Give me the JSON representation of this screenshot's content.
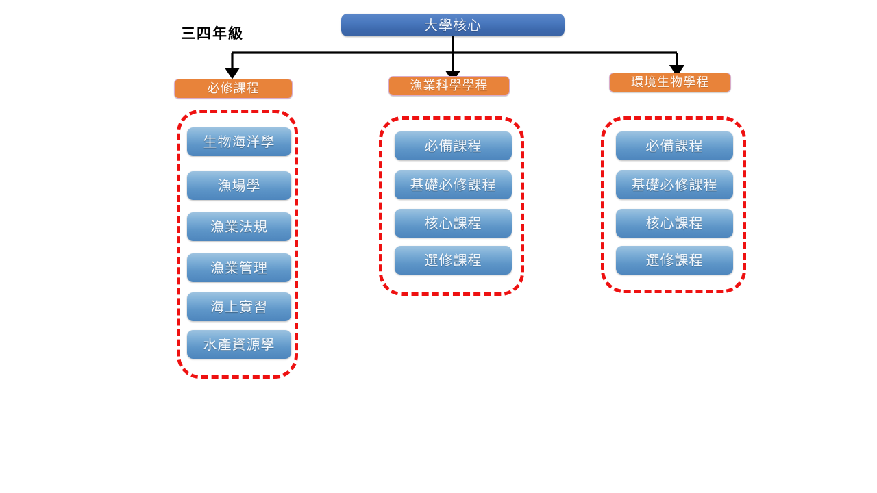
{
  "diagram": {
    "root": {
      "label": "大學核心",
      "color": "#4a79bf"
    },
    "stage_caption": "三四年級",
    "accent_colors": {
      "root_blue": "#4a79bf",
      "category_orange": "#E8833A",
      "group_dashed_red": "#ee1111",
      "course_blue": "#6b9fd0",
      "connector_black": "#000000"
    },
    "branches": [
      {
        "header": "必修課程",
        "courses": [
          "生物海洋學",
          "漁場學",
          "漁業法規",
          "漁業管理",
          "海上實習",
          "水產資源學"
        ]
      },
      {
        "header": "漁業科學學程",
        "courses": [
          "必備課程",
          "基礎必修課程",
          "核心課程",
          "選修課程"
        ]
      },
      {
        "header": "環境生物學程",
        "courses": [
          "必備課程",
          "基礎必修課程",
          "核心課程",
          "選修課程"
        ]
      }
    ]
  }
}
